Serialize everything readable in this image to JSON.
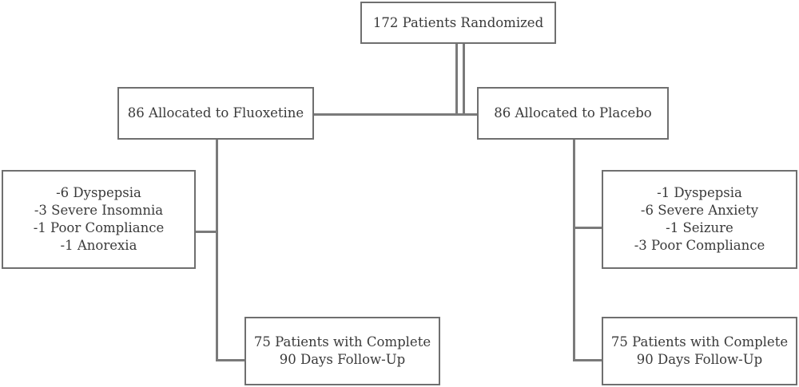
{
  "diagram": {
    "top": {
      "text": "172 Patients Randomized"
    },
    "left_arm": {
      "allocated": "86 Allocated to Fluoxetine",
      "excluded": [
        "-6 Dyspepsia",
        "-3 Severe Insomnia",
        "-1 Poor Compliance",
        "-1 Anorexia"
      ],
      "completed": [
        "75 Patients with Complete",
        "90 Days Follow-Up"
      ]
    },
    "right_arm": {
      "allocated": "86 Allocated to Placebo",
      "excluded": [
        "-1 Dyspepsia",
        "-6 Severe Anxiety",
        "-1 Seizure",
        "-3 Poor Compliance"
      ],
      "completed": [
        "75 Patients with Complete",
        "90 Days Follow-Up"
      ]
    },
    "colors": {
      "box_border": "#6f6f6f",
      "connector": "#7a7a7a",
      "text": "#3a3a3a"
    }
  }
}
